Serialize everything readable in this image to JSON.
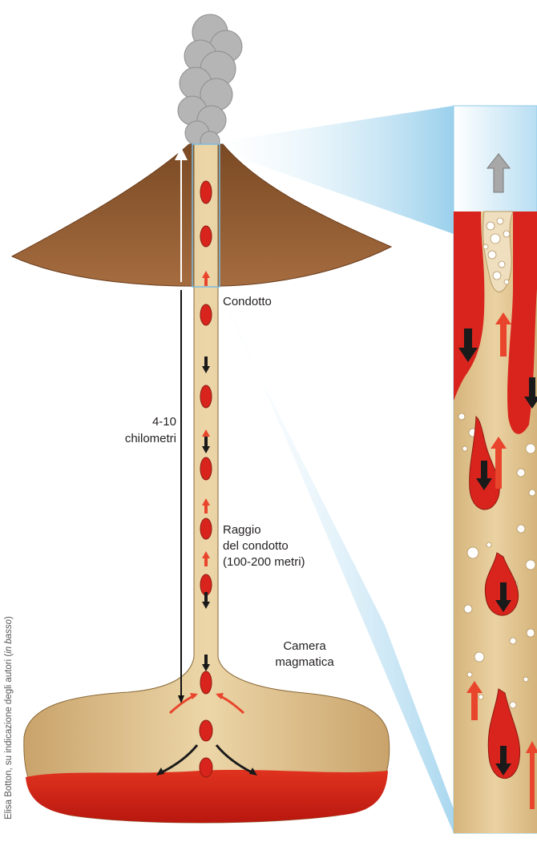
{
  "labels": {
    "conduit": "Condotto",
    "length_value": "4-10",
    "length_unit": "chilometri",
    "radius_line1": "Raggio",
    "radius_line2": "del condotto",
    "radius_line3": "(100-200 metri)",
    "chamber_line1": "Camera",
    "chamber_line2": "magmatica"
  },
  "credit": {
    "text": "Elisa Botton, su indicazione degli autori (",
    "italic": "in basso",
    "close": ")"
  },
  "colors": {
    "magma_beige": "#e2c48f",
    "magma_red": "#d8241c",
    "ground_brown": "#8b5a33",
    "smoke_gray": "#bdbdbd",
    "sky_blue": "#a8d6ee",
    "flow_up_arrow": "#e8452c",
    "flow_down_arrow": "#1a1a1a",
    "gas_arrow": "#a0a0a0"
  }
}
